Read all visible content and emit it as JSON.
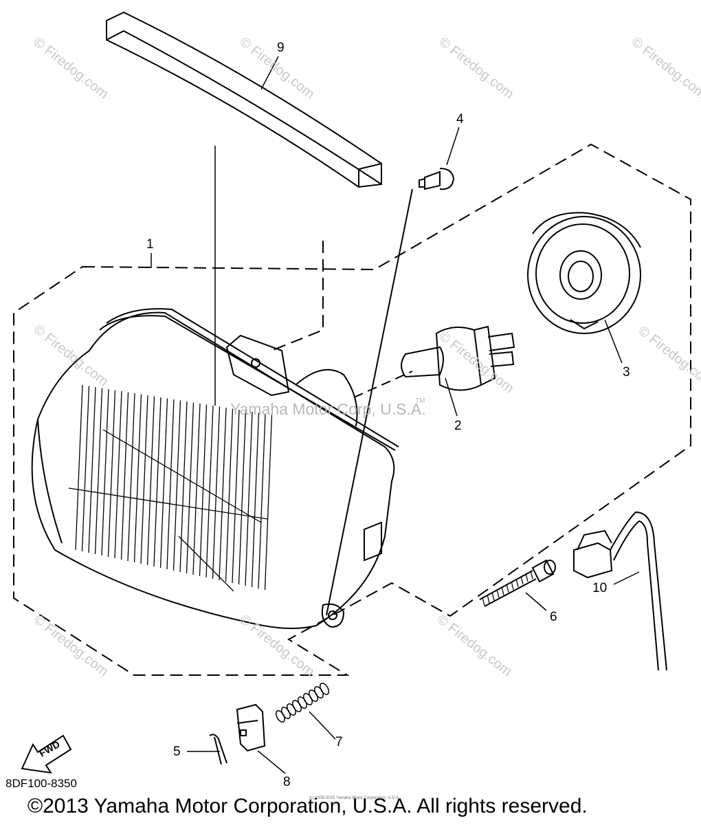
{
  "labels": {
    "p1": "1",
    "p2": "2",
    "p3": "3",
    "p4": "4",
    "p5": "5",
    "p6": "6",
    "p7": "7",
    "p8": "8",
    "p9": "9",
    "p10": "10"
  },
  "center_mark": "Yamaha Motor Corp, U.S.A.",
  "trademark": "TM",
  "fwd": "FWD",
  "catalog_code": "8DF100-8350",
  "fine_print": "(c) 2005-2015 Yamaha Motor Corporation, U.S.A.",
  "copyright": "©2013 Yamaha Motor Corporation, U.S.A. All rights reserved.",
  "watermark": "© Firedog.com",
  "colors": {
    "line": "#000000",
    "watermark": "#c8c8c8"
  }
}
